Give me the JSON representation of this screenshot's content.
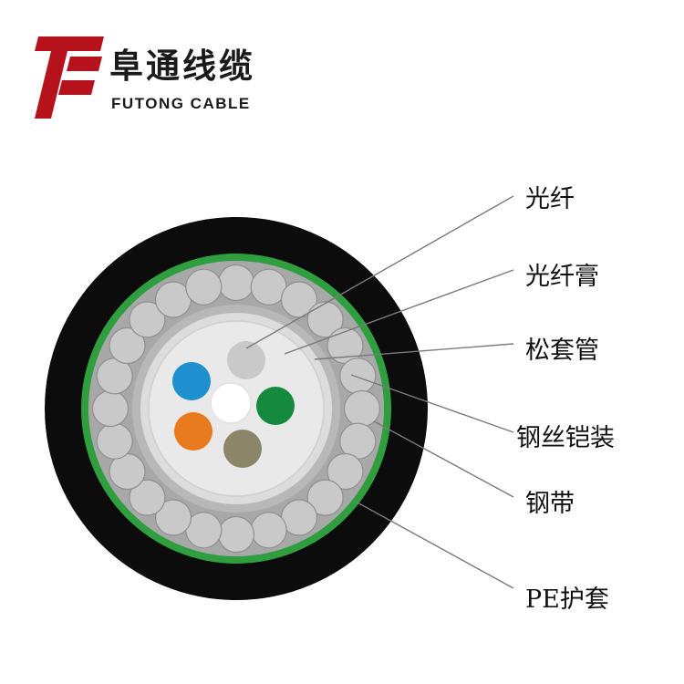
{
  "brand": {
    "name_cn": "阜通线缆",
    "name_en": "FUTONG CABLE",
    "color_red": "#b5121b"
  },
  "labels": [
    {
      "id": "fiber",
      "text": "光纤"
    },
    {
      "id": "fiber-gel",
      "text": "光纤膏"
    },
    {
      "id": "loose-tube",
      "text": "松套管"
    },
    {
      "id": "steel-wire-armor",
      "text": "钢丝铠装"
    },
    {
      "id": "steel-tape",
      "text": "钢带"
    },
    {
      "id": "pe-sheath",
      "text": "PE护套"
    }
  ],
  "cable": {
    "sheath_color": "#0c0c0c",
    "tape_color": "#2f9e3e",
    "wire_color": "#c9c9c9",
    "tube_color": "#dcdcdc",
    "fiber_colors": [
      "#1e8fcf",
      "#138a3e",
      "#e87a1e",
      "#8c8669",
      "#c9c9c9",
      "#ffffff"
    ]
  }
}
